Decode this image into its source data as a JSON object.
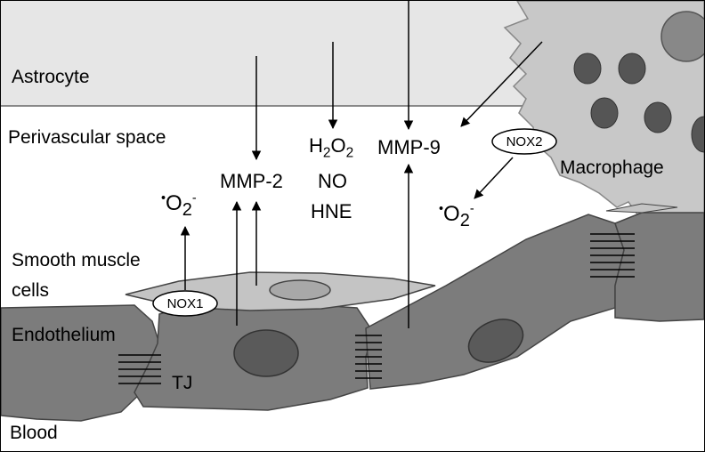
{
  "regions": {
    "astrocyte": "Astrocyte",
    "perivascular_space": "Perivascular space",
    "smooth_muscle_line1": "Smooth muscle",
    "smooth_muscle_line2": "cells",
    "endothelium": "Endothelium",
    "blood": "Blood",
    "macrophage": "Macrophage",
    "tight_junction": "TJ"
  },
  "enzymes": {
    "nox1": "NOX1",
    "nox2": "NOX2"
  },
  "molecules": {
    "mmp2": "MMP-2",
    "mmp9": "MMP-9",
    "h2o2_h": "H",
    "h2o2_sub1": "2",
    "h2o2_o": "O",
    "h2o2_sub2": "2",
    "no": "NO",
    "hne": "HNE",
    "superoxide_dot": "•",
    "superoxide_o": "O",
    "superoxide_sub": "2",
    "superoxide_charge": "-"
  },
  "colors": {
    "astrocyte_fill": "#e6e6e6",
    "macrophage_fill": "#c8c8c8",
    "macrophage_organelle": "#555555",
    "endothelial_fill": "#7c7c7c",
    "nucleus_fill": "#5a5a5a",
    "smooth_muscle_fill": "#c4c4c4",
    "smooth_muscle_nucleus": "#a8a8a8",
    "stroke": "#000000"
  }
}
